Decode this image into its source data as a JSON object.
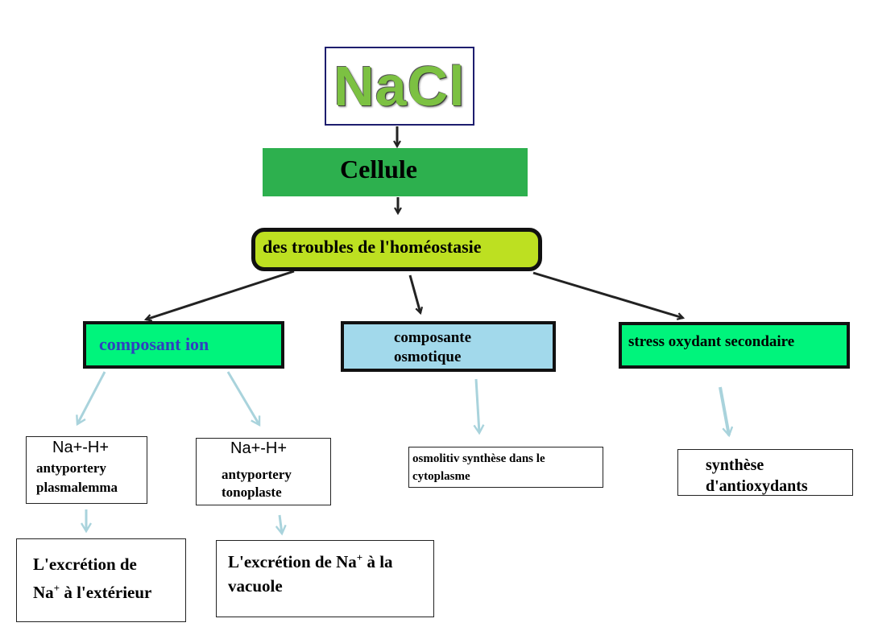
{
  "nodes": {
    "nacl": "NaCl",
    "cellule": "Cellule",
    "homeostasis": "des troubles de l'homéostasie",
    "ion": "composant ion",
    "osmotic_line1": "composante",
    "osmotic_line2": "osmotique",
    "stress": "stress oxydant secondaire",
    "plasma_top": "Na+-H+",
    "plasma_line1": "antyportery",
    "plasma_line2": "plasmalemma",
    "tono_top": "Na+-H+",
    "tono_line1": "antyportery",
    "tono_line2": "tonoplaste",
    "osmolitiv_line1": "osmolitiv synthèse dans le",
    "osmolitiv_line2": "cytoplasme",
    "antiox_line1": "synthèse",
    "antiox_line2": "d'antioxydants",
    "excr1_line1": "L'excrétion de",
    "excr1_line2a": "Na",
    "excr1_sup": "+",
    "excr1_line2b": " à l'extérieur",
    "excr2_line1a": "L'excrétion de Na",
    "excr2_sup": "+",
    "excr2_line1b": " à la",
    "excr2_line2": "vacuole"
  },
  "colors": {
    "nacl_text": "#7cc142",
    "cellule_fill": "#2db04e",
    "homeostasis_fill": "#bde021",
    "ion_fill": "#00f47c",
    "ion_text": "#3040c0",
    "osmotic_fill": "#a2d9eb",
    "stress_fill": "#00f47c",
    "dark_arrow": "#222222",
    "light_arrow": "#a9d3dc"
  }
}
